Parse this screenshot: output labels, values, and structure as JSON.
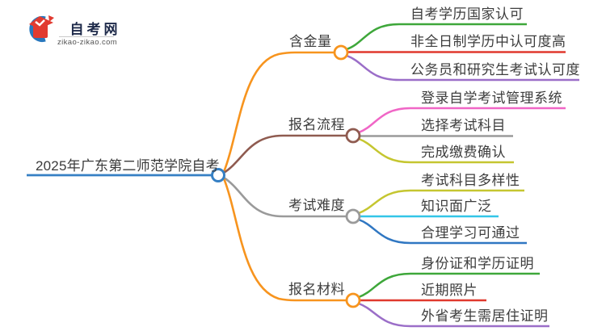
{
  "logo": {
    "title": "自考网",
    "domain": "zikao-zikao.com",
    "icon": "graduation-cap-icon",
    "brand_blue": "#2878be",
    "brand_red": "#e13b31"
  },
  "root": {
    "label": "2025年广东第二师范学院自考",
    "color": "#3680c4"
  },
  "branches": [
    {
      "label": "含金量",
      "color": "#f7941e",
      "children": [
        {
          "label": "自考学历国家认可",
          "color": "#3ea73a"
        },
        {
          "label": "非全日制学历中认可度高",
          "color": "#e0392e"
        },
        {
          "label": "公务员和研究生考试认可度",
          "color": "#9b6ec8"
        }
      ]
    },
    {
      "label": "报名流程",
      "color": "#8f5b50",
      "children": [
        {
          "label": "登录自学考试管理系统",
          "color": "#f066c6"
        },
        {
          "label": "选择考试科目",
          "color": "#9a9a9a"
        },
        {
          "label": "完成缴费确认",
          "color": "#c5c630"
        }
      ]
    },
    {
      "label": "考试难度",
      "color": "#9a9a9a",
      "children": [
        {
          "label": "考试科目多样性",
          "color": "#c5c630"
        },
        {
          "label": "知识面广泛",
          "color": "#33c6e8"
        },
        {
          "label": "合理学习可通过",
          "color": "#3077c2"
        }
      ]
    },
    {
      "label": "报名材料",
      "color": "#f7941e",
      "children": [
        {
          "label": "身份证和学历证明",
          "color": "#3ea73a"
        },
        {
          "label": "近期照片",
          "color": "#e0392e"
        },
        {
          "label": "外省考生需居住证明",
          "color": "#9b6ec8"
        }
      ]
    }
  ]
}
